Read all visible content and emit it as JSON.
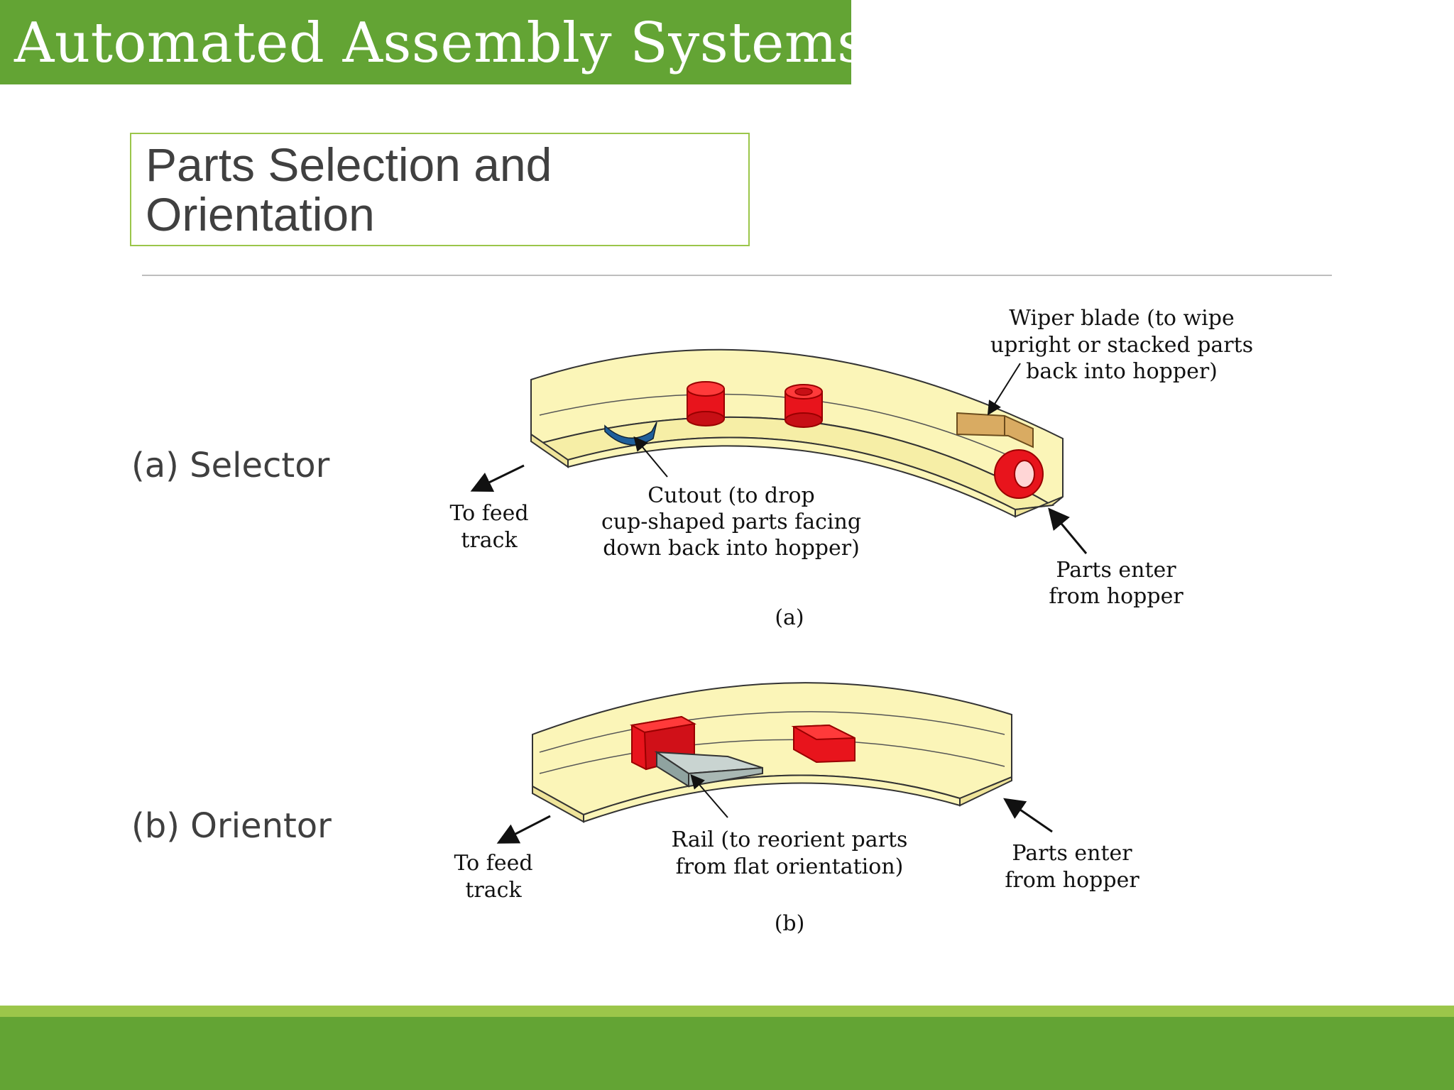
{
  "slide": {
    "title": "Automated Assembly Systems",
    "subtitle": "Parts Selection and Orientation"
  },
  "labels": {
    "selector": "(a) Selector",
    "orientor": "(b) Orientor"
  },
  "figure_a": {
    "wiper_1": "Wiper blade (to wipe",
    "wiper_2": "upright or stacked parts",
    "wiper_3": "back into hopper)",
    "feed_1": "To feed",
    "feed_2": "track",
    "cutout_1": "Cutout (to drop",
    "cutout_2": "cup-shaped parts facing",
    "cutout_3": "down back into hopper)",
    "enter_1": "Parts enter",
    "enter_2": "from hopper",
    "caption": "(a)"
  },
  "figure_b": {
    "feed_1": "To feed",
    "feed_2": "track",
    "rail_1": "Rail (to reorient parts",
    "rail_2": "from flat orientation)",
    "enter_1": "Parts enter",
    "enter_2": "from hopper",
    "caption": "(b)"
  },
  "colors": {
    "green": "#63a434",
    "light_green": "#9bc64a",
    "track": "#fbf5b8",
    "part_red": "#e8141c",
    "wiper": "#d9ab62",
    "rail": "#a9b8b4",
    "cutout": "#1f5f9b"
  }
}
